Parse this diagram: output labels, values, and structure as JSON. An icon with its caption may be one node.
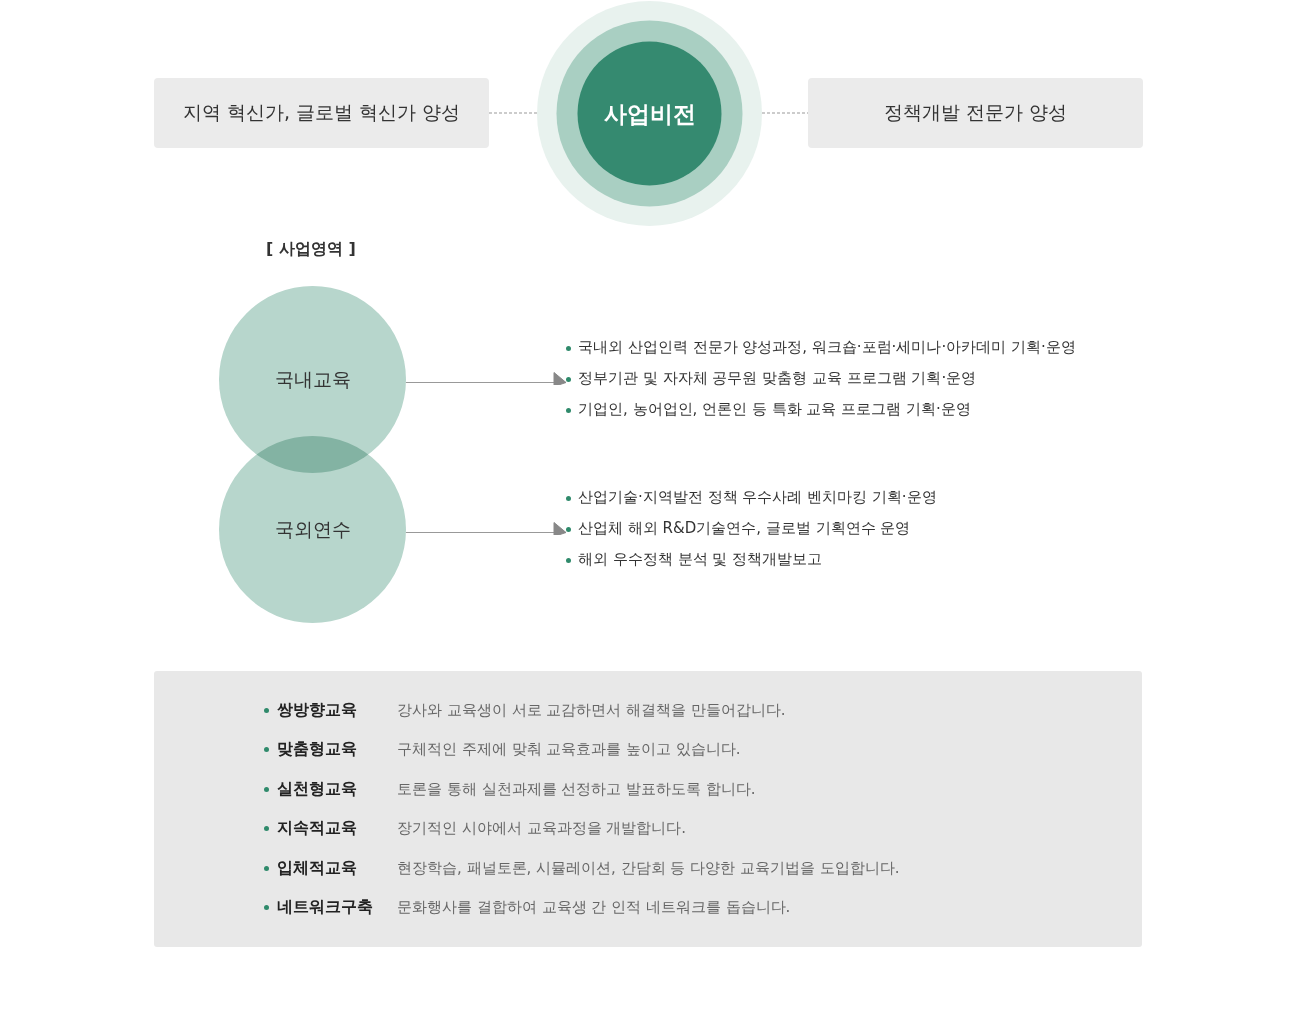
{
  "diagram": {
    "nodes": [
      {
        "text": [
          "지역 혁신가, 글로벌 혁신가 양성"
        ]
      },
      {
        "text": [
          "사업비전"
        ]
      },
      {
        "text": [
          "정책개발 전문가 양성"
        ]
      },
      {
        "text": [
          "국내교육"
        ]
      },
      {
        "text": [
          "국외연수"
        ]
      },
      {
        "text": [
          "국내외 산업인력 전문가 양성과정, 워크숍·포럼·세미나·아카데미 기획·운영",
          "정부기관 및 자자체 공무원 맞춤형 교육 프로그램 기획·운영",
          "기업인, 농어업인, 언론인 등 특화 교육 프로그램 기획·운영"
        ]
      },
      {
        "text": [
          "산업기술·지역발전 정책 우수사례 벤치마킹 기획·운영",
          "산업체 해외 R&D기술연수, 글로벌 기획연수 운영",
          "해외 우수정책 분석 및 정책개발보고"
        ]
      }
    ],
    "edges": [
      {
        "from": 0,
        "to": 1,
        "arrow": "none",
        "style": "dashed"
      },
      {
        "from": 1,
        "to": 2,
        "arrow": "none",
        "style": "dashed"
      },
      {
        "from": 3,
        "to": 5,
        "arrow": "to"
      },
      {
        "from": 4,
        "to": 6,
        "arrow": "to"
      }
    ],
    "labels": [
      "[ 사업영역 ]",
      "쌍방향교육",
      "강사와 교육생이 서로 교감하면서 해결책을 만들어갑니다.",
      "맞춤형교육",
      "구체적인 주제에 맞춰 교육효과를 높이고 있습니다.",
      "실천형교육",
      "토론을 통해 실천과제를 선정하고 발표하도록 합니다.",
      "지속적교육",
      "장기적인 시야에서 교육과정을 개발합니다.",
      "입체적교육",
      "현장학습, 패널토론, 시뮬레이션, 간담회 등 다양한 교육기법을 도입합니다.",
      "네트워크구축",
      "문화행사를 결합하여 교육생 간 인적 네트워크를 돕습니다."
    ]
  }
}
